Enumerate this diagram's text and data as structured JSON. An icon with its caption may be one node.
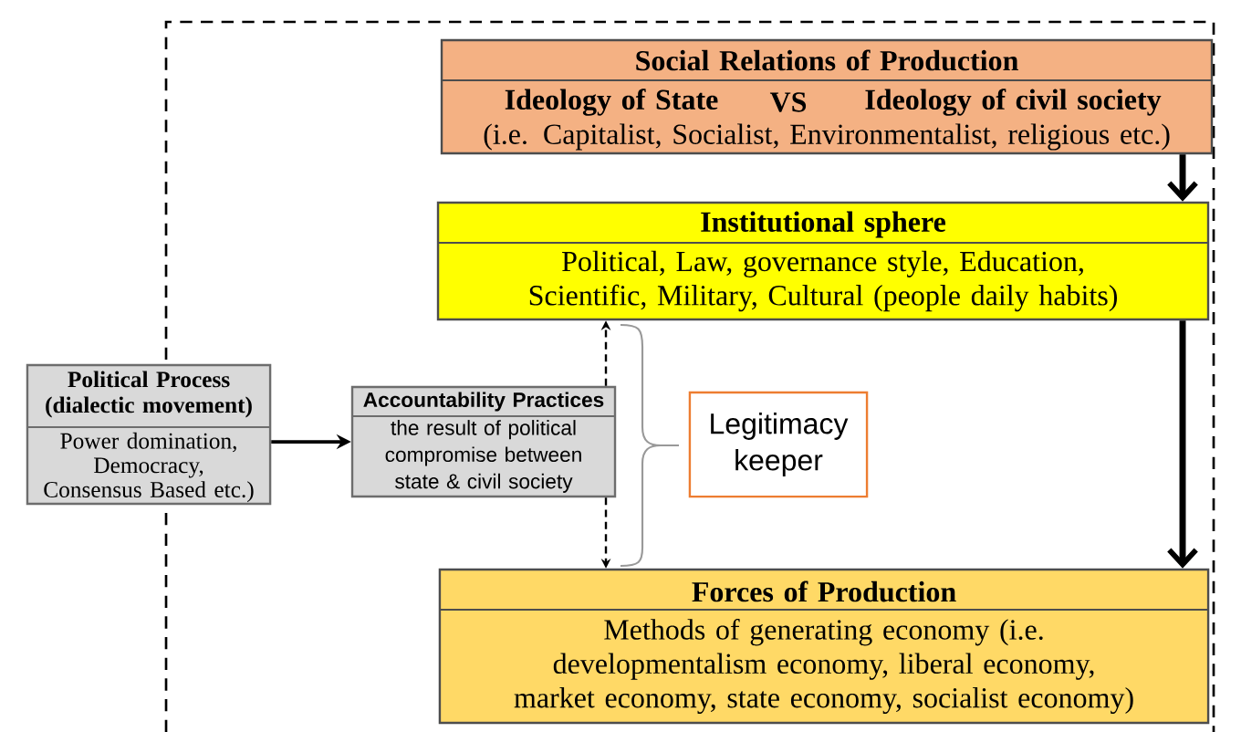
{
  "diagram": {
    "nodes": [
      {
        "text": [
          "Social Relations of Production",
          "Ideology of State",
          "VS",
          "Ideology of civil society",
          "(i.e. Capitalist, Socialist, Environmentalist, religious etc.)"
        ]
      },
      {
        "text": [
          "Institutional sphere",
          "Political, Law, governance style, Education, Scientific, Military, Cultural (people daily habits)"
        ]
      },
      {
        "text": [
          "Political Process (dialectic movement)",
          "Power domination, Democracy, Consensus Based etc.)"
        ]
      },
      {
        "text": [
          "Accountability Practices",
          "the result of political compromise between state & civil society"
        ]
      },
      {
        "text": [
          "Legitimacy keeper"
        ]
      },
      {
        "text": [
          "Forces of Production",
          "Methods of generating economy (i.e. developmentalism economy, liberal economy, market economy, state economy, socialist economy)"
        ]
      }
    ],
    "edges": [
      {
        "from": 0,
        "to": 1,
        "arrow": "to",
        "style": "thick"
      },
      {
        "from": 1,
        "to": 5,
        "arrow": "to",
        "style": "thick"
      },
      {
        "from": 2,
        "to": 3,
        "arrow": "to"
      },
      {
        "from": 3,
        "to": 1,
        "arrow": "to",
        "style": "dashed"
      },
      {
        "from": 3,
        "to": 5,
        "arrow": "to",
        "style": "dashed"
      }
    ]
  }
}
